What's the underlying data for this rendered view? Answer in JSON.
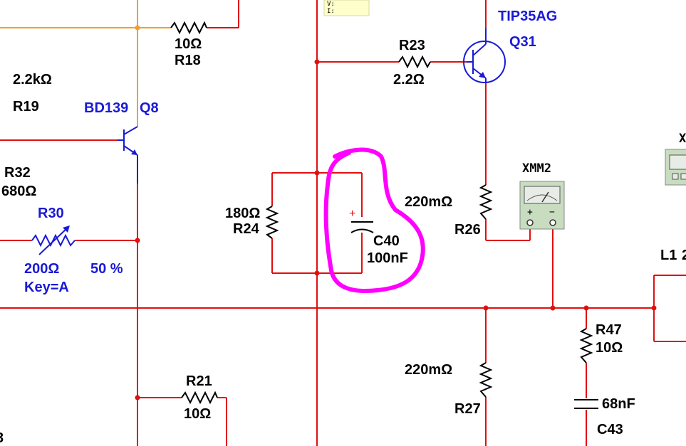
{
  "colors": {
    "wire": "#e01010",
    "wire_highlight": "#f0a030",
    "component": "#000000",
    "part_label": "#1a1ad6",
    "annotation": "#ff00ff",
    "meter_body": "#c8dcc0"
  },
  "components": {
    "R18": {
      "ref": "R18",
      "value": "10Ω"
    },
    "R19": {
      "ref": "R19",
      "value": "2.2kΩ"
    },
    "Q8": {
      "ref": "Q8",
      "model": "BD139"
    },
    "R32": {
      "ref": "R32",
      "value": "680Ω"
    },
    "R30": {
      "ref": "R30",
      "value": "200Ω",
      "key": "Key=A",
      "setting": "50 %"
    },
    "R24": {
      "ref": "R24",
      "value": "180Ω"
    },
    "C40": {
      "ref": "C40",
      "value": "100nF",
      "polarity": "+"
    },
    "R23": {
      "ref": "R23",
      "value": "2.2Ω"
    },
    "Q31": {
      "ref": "Q31",
      "model": "TIP35AG"
    },
    "R26": {
      "ref": "R26",
      "value": "220mΩ"
    },
    "XMM2": {
      "ref": "XMM2",
      "plus": "+",
      "minus": "−"
    },
    "R27": {
      "ref": "R27",
      "value": "220mΩ"
    },
    "R47": {
      "ref": "R47",
      "value": "10Ω"
    },
    "C43": {
      "ref": "C43",
      "value": "68nF"
    },
    "R21": {
      "ref": "R21",
      "value": "10Ω"
    },
    "L1": {
      "ref": "L1",
      "value_partial": "2"
    },
    "X_partial": "X",
    "probe_box": {
      "line1": "V:",
      "line2": "I:"
    },
    "edge_fragment": "3"
  }
}
